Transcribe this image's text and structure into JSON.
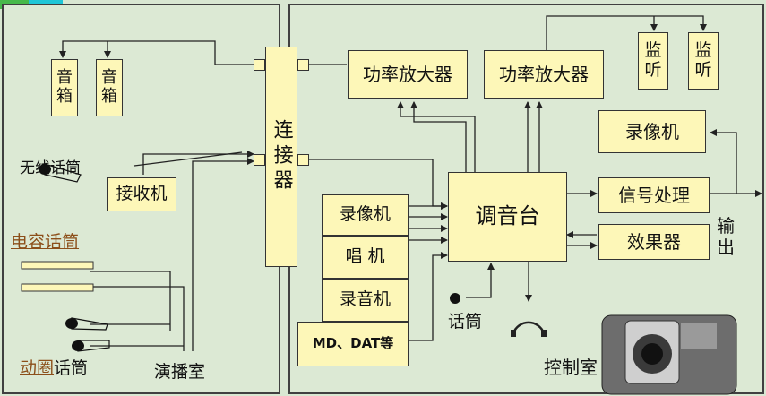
{
  "left_room": {
    "speaker_1": "音箱",
    "speaker_2": "音箱",
    "wireless_mic": "无线话筒",
    "receiver": "接收机",
    "condenser_mic": "电容话筒",
    "dynamic_mic_prefix": "动圈",
    "dynamic_mic_suffix": "话筒",
    "room_label": "演播室"
  },
  "connector": "连接器",
  "right_room": {
    "power_amp_1": "功率放大器",
    "power_amp_2": "功率放大器",
    "monitor_1": "监听",
    "monitor_2": "监听",
    "video_recorder_out": "录像机",
    "mixer": "调音台",
    "signal_processing": "信号处理",
    "effects": "效果器",
    "output": "输出",
    "video_recorder_in": "录像机",
    "turntable": "唱 机",
    "tape_recorder": "录音机",
    "md_dat": "MD、DAT等",
    "mic": "话筒",
    "room_label": "控制室"
  },
  "colors": {
    "box_fill": "#fdf7b8",
    "panel_bg": "#dce9d4",
    "accent_cyan": "#1fc6d7",
    "accent_green": "#47b94a",
    "label_brown": "#8c4f1a"
  }
}
